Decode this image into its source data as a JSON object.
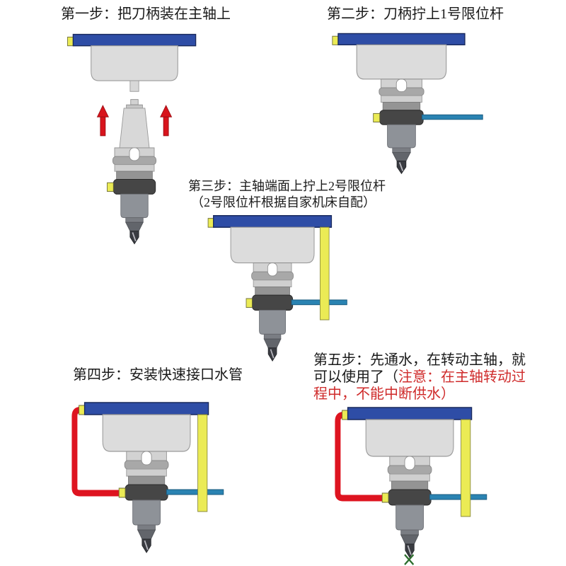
{
  "colors": {
    "spindle_plate_blue": "#2e4da6",
    "spindle_body_gray": "#dcdcdc",
    "clamp_nut_dark": "#464646",
    "limit_rod1_teal": "#2a83b2",
    "limit_rod2_yellow": "#ebeb55",
    "water_pipe_red": "#de1420",
    "arrow_red": "#d8141c",
    "warning_text_red": "#cf2b2b",
    "title_text": "#1a1a1a"
  },
  "steps": {
    "step1": {
      "title": "第一步：把刀柄装在主轴上"
    },
    "step2": {
      "title": "第二步：刀柄拧上1号限位杆"
    },
    "step3": {
      "title_line1": "第三步：主轴端面上拧上2号限位杆",
      "title_line2": "（2号限位杆根据自家机床自配）"
    },
    "step4": {
      "title": "第四步：安装快速接口水管"
    },
    "step5": {
      "line1": "第五步：先通水，在转动主轴，就",
      "line2_black": "可以使用了（",
      "line2_red": "注意：在主轴转动过",
      "line3_red": "程中，不能中断供水）"
    }
  }
}
